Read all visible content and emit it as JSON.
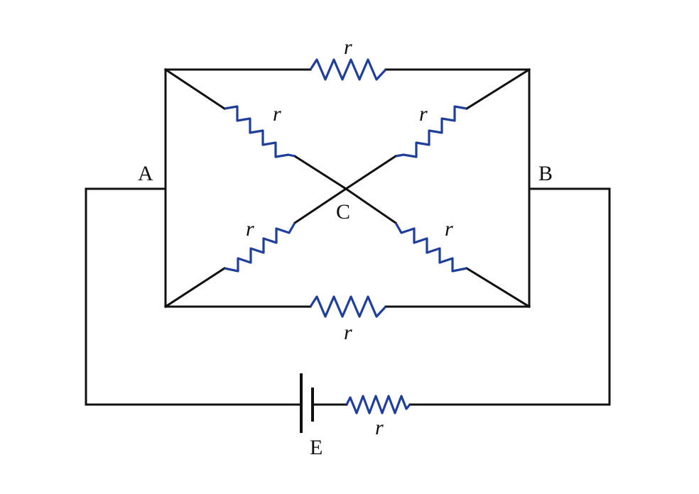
{
  "nodes": {
    "a": "A",
    "b": "B",
    "c": "C"
  },
  "resistor_label": "r",
  "battery_label": "E",
  "colors": {
    "resistor": "#1f3f9a",
    "wire": "#111111",
    "background": "#ffffff"
  }
}
